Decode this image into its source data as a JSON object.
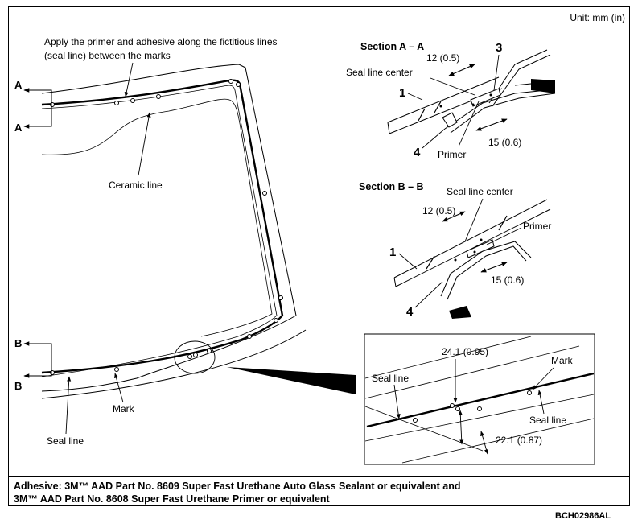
{
  "unit_label": "Unit: mm (in)",
  "main_view": {
    "apply_note_line1": "Apply the primer and adhesive along the fictitious lines",
    "apply_note_line2": "(seal line) between the marks",
    "ceramic_line": "Ceramic line",
    "mark": "Mark",
    "seal_line": "Seal line",
    "section_a": "A",
    "section_b": "B"
  },
  "section_aa": {
    "title": "Section A – A",
    "seal_line_center": "Seal line center",
    "dim_12": "12 (0.5)",
    "dim_15": "15 (0.6)",
    "primer": "Primer",
    "callout_1": "1",
    "callout_3": "3",
    "callout_4": "4"
  },
  "section_bb": {
    "title": "Section B – B",
    "seal_line_center": "Seal line center",
    "dim_12": "12 (0.5)",
    "dim_15": "15 (0.6)",
    "primer": "Primer",
    "callout_1": "1",
    "callout_4": "4"
  },
  "detail": {
    "seal_line_left": "Seal line",
    "seal_line_right": "Seal line",
    "mark": "Mark",
    "dim_24": "24.1 (0.95)",
    "dim_22": "22.1 (0.87)"
  },
  "footer": {
    "line1": "Adhesive: 3M™ AAD Part No. 8609 Super Fast Urethane Auto Glass Sealant or equivalent and",
    "line2": "3M™ AAD Part No. 8608 Super Fast Urethane Primer or equivalent"
  },
  "figure_code": "BCH02986AL"
}
